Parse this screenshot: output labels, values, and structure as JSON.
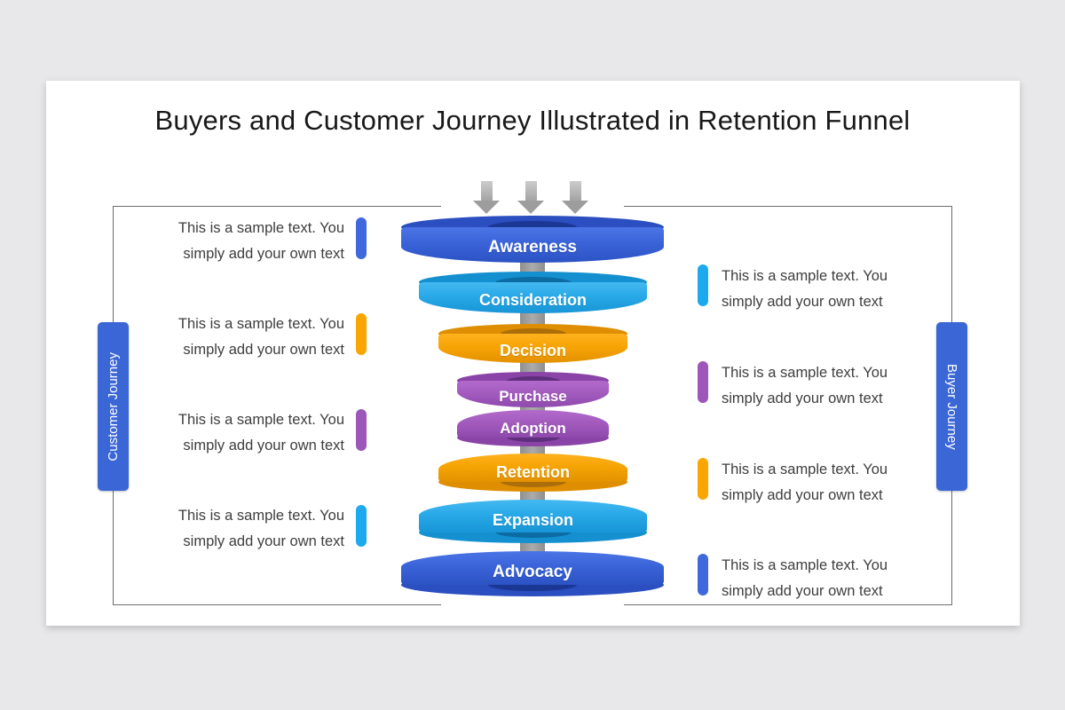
{
  "slide": {
    "title": "Buyers and Customer Journey Illustrated in Retention Funnel",
    "background_color": "#e8e7e9"
  },
  "diagram": {
    "left_rail": "Customer Journey",
    "right_rail": "Buyer Journey",
    "rail_color": "#3b66d6",
    "connector_color": "#9e9e9e",
    "arrow_count": 3,
    "stages": [
      {
        "label": "Awareness",
        "color": "#3a63d8"
      },
      {
        "label": "Consideration",
        "color": "#29a9e8"
      },
      {
        "label": "Decision",
        "color": "#f6a404"
      },
      {
        "label": "Purchase",
        "color": "#a35cbe"
      },
      {
        "label": "Adoption",
        "color": "#a35cbe"
      },
      {
        "label": "Retention",
        "color": "#f6a404"
      },
      {
        "label": "Expansion",
        "color": "#29a9e8"
      },
      {
        "label": "Advocacy",
        "color": "#3a63d8"
      }
    ],
    "notes_left": [
      {
        "line1": "This is a sample text. You",
        "line2": "simply add your own text",
        "marker_color": "#3e68dc"
      },
      {
        "line1": "This is a sample text. You",
        "line2": "simply add your own text",
        "marker_color": "#f9a602"
      },
      {
        "line1": "This is a sample text. You",
        "line2": "simply add your own text",
        "marker_color": "#9c57b8"
      },
      {
        "line1": "This is a sample text. You",
        "line2": "simply add your own text",
        "marker_color": "#1ca9ee"
      }
    ],
    "notes_right": [
      {
        "line1": "This is a sample text. You",
        "line2": "simply add your own text",
        "marker_color": "#1ca9ee"
      },
      {
        "line1": "This is a sample text. You",
        "line2": "simply add your own text",
        "marker_color": "#9c57b8"
      },
      {
        "line1": "This is a sample text. You",
        "line2": "simply add your own text",
        "marker_color": "#f9a602"
      },
      {
        "line1": "This is a sample text. You",
        "line2": "simply add your own text",
        "marker_color": "#3e68dc"
      }
    ]
  }
}
